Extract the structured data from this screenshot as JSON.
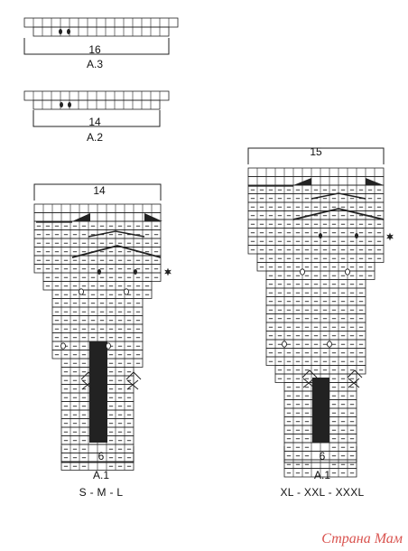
{
  "charts": {
    "a3": {
      "width_label": "16",
      "name": "A.3"
    },
    "a2": {
      "width_label": "14",
      "name": "A.2"
    },
    "a1_small": {
      "width_label_top": "14",
      "width_label_bottom": "6",
      "name": "A.1",
      "sizes": "S - M - L"
    },
    "a1_large": {
      "width_label_top": "15",
      "width_label_bottom": "6",
      "name": "A.1",
      "sizes": "XL - XXL - XXXL"
    }
  },
  "watermark": "Страна Мам",
  "colors": {
    "grid": "#222222",
    "fill": "#111111",
    "background": "#ffffff"
  }
}
